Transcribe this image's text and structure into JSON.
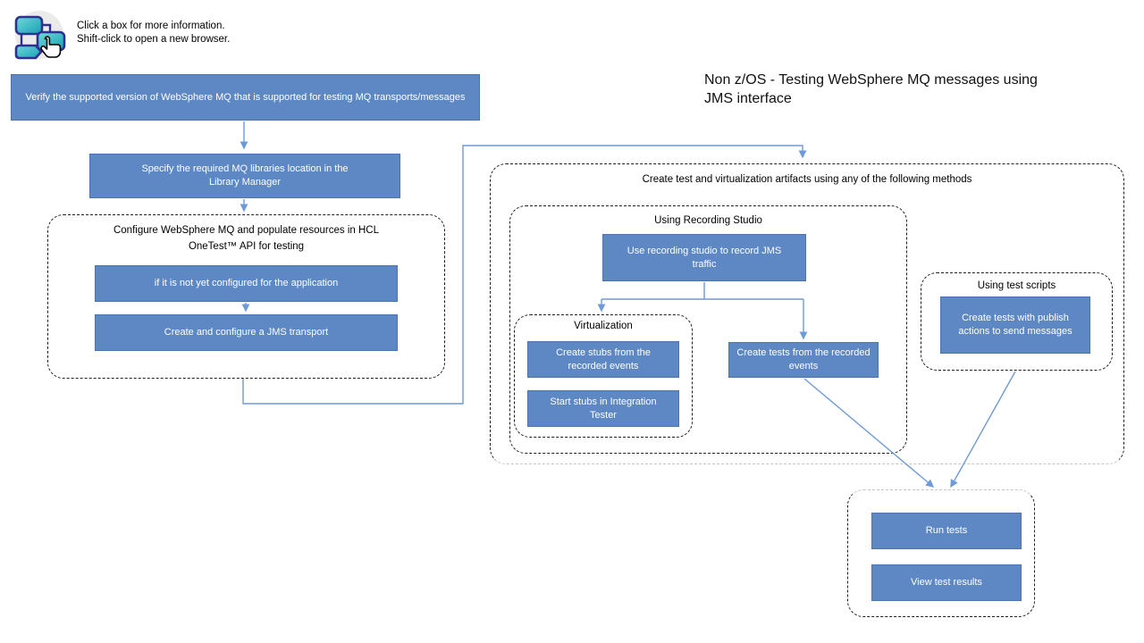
{
  "header": {
    "icon": "flowchart-hand-icon",
    "instructions_line1": "Click a box for more information.",
    "instructions_line2": "Shift-click to open a new browser.",
    "title": "Non z/OS - Testing WebSphere MQ messages using JMS interface"
  },
  "groups": {
    "configure": {
      "label": "Configure WebSphere MQ and populate resources in HCL OneTest™ API for testing"
    },
    "create_artifacts": {
      "label": "Create test and virtualization artifacts using any of the following methods"
    },
    "recording_studio": {
      "label": "Using Recording Studio"
    },
    "virtualization": {
      "label": "Virtualization"
    },
    "test_scripts": {
      "label": "Using test scripts"
    }
  },
  "nodes": {
    "verify": {
      "label": "Verify the supported version of WebSphere MQ that is supported for testing MQ transports/messages"
    },
    "specify": {
      "label": "Specify the required MQ libraries location in the Library Manager"
    },
    "not_configured": {
      "label": "if it is not yet configured for the application"
    },
    "jms_transport": {
      "label": "Create and configure a JMS transport"
    },
    "record_traffic": {
      "label": "Use recording studio to record JMS traffic"
    },
    "create_stubs": {
      "label": "Create stubs from the recorded events"
    },
    "start_stubs": {
      "label": "Start stubs in Integration Tester"
    },
    "create_tests_recorded": {
      "label": "Create tests from the recorded events"
    },
    "create_tests_publish": {
      "label": "Create tests with publish actions to send messages"
    },
    "run_tests": {
      "label": "Run tests"
    },
    "view_results": {
      "label": "View test results"
    }
  },
  "colors": {
    "node_fill": "#5d88c3",
    "node_border": "#4a75ad",
    "node_text": "#ffffff",
    "connector": "#6f9ad8"
  }
}
